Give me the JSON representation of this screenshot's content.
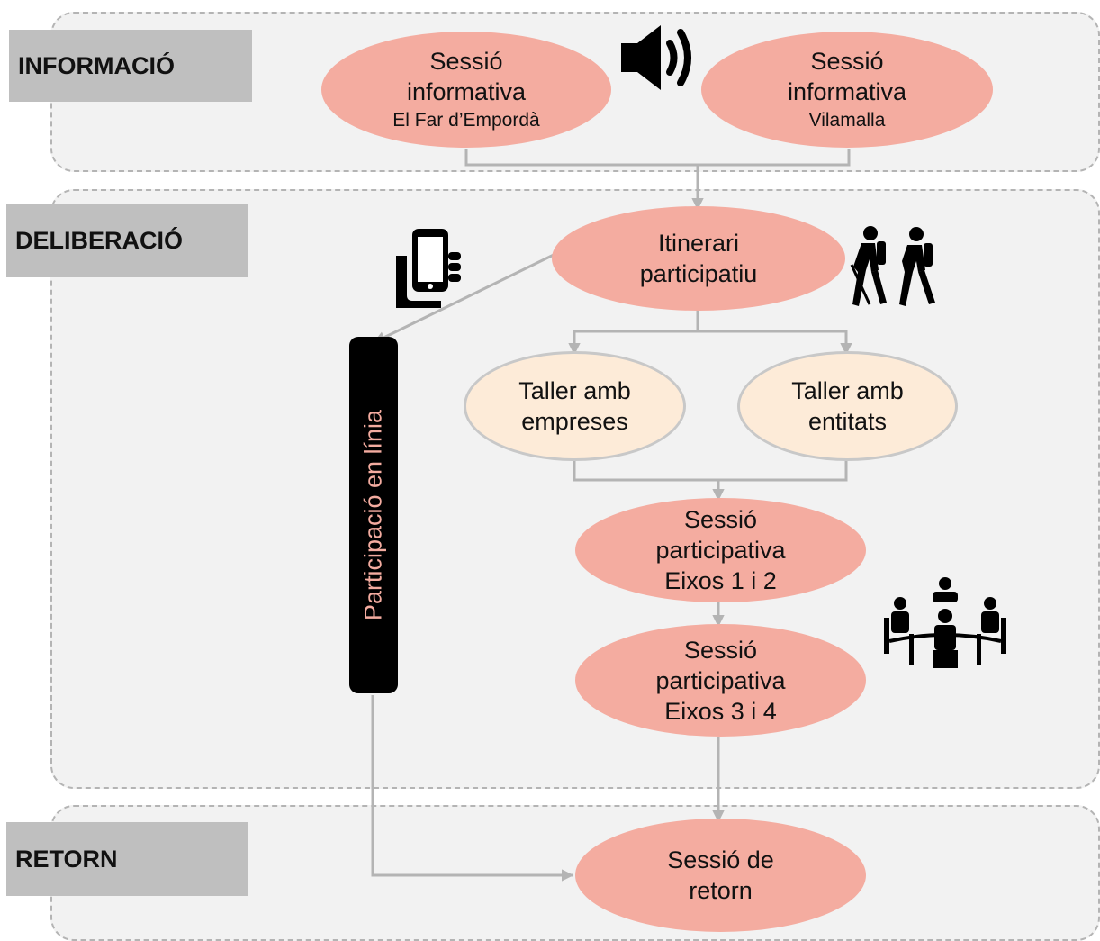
{
  "phases": {
    "informacio": {
      "label": "INFORMACIÓ"
    },
    "deliberacio": {
      "label": "DELIBERACIÓ"
    },
    "retorn": {
      "label": "RETORN"
    }
  },
  "nodes": {
    "info_far": {
      "line1": "Sessió",
      "line2": "informativa",
      "line3": "El Far d’Empordà"
    },
    "info_vilamalla": {
      "line1": "Sessió",
      "line2": "informativa",
      "line3": "Vilamalla"
    },
    "itinerari": {
      "line1": "Itinerari",
      "line2": "participatiu"
    },
    "taller_empreses": {
      "line1": "Taller amb",
      "line2": "empreses"
    },
    "taller_entitats": {
      "line1": "Taller amb",
      "line2": "entitats"
    },
    "sessio_eixos_12": {
      "line1": "Sessió",
      "line2": "participativa",
      "line3": "Eixos  1 i 2"
    },
    "sessio_eixos_34": {
      "line1": "Sessió",
      "line2": "participativa",
      "line3": "Eixos 3 i 4"
    },
    "retorn": {
      "line1": "Sessió de",
      "line2": "retorn"
    }
  },
  "online_bar": {
    "label": "Participació en línia"
  },
  "icons": [
    "speaker-icon",
    "smartphone-hand-icon",
    "hikers-icon",
    "meeting-table-icon"
  ],
  "colors": {
    "session_fill": "#f4aca0",
    "workshop_fill": "#fdebd8",
    "phase_bg": "#f2f2f2",
    "label_bg": "#bfbfbf",
    "connector": "#b4b4b4"
  }
}
